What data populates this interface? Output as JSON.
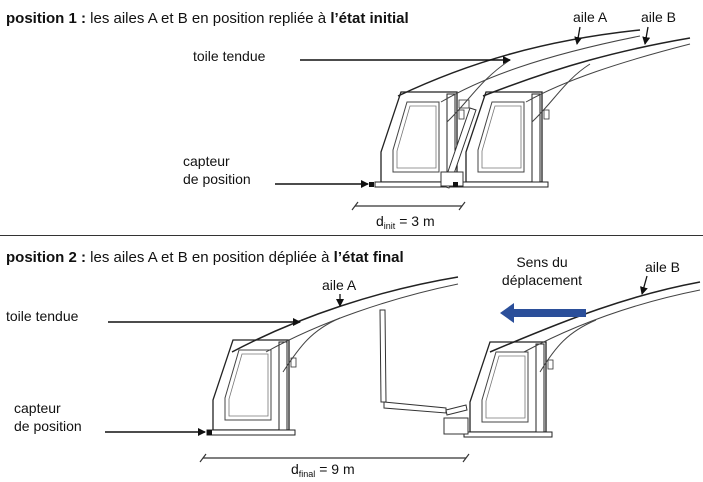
{
  "panel1": {
    "title_bold": "position 1 :",
    "title_text": " les ailes A et B en position repliée à ",
    "title_end": "l’état initial",
    "label_aile_a": "aile A",
    "label_aile_b": "aile B",
    "label_toile": "toile tendue",
    "label_capteur_line1": "capteur",
    "label_capteur_line2": "de position",
    "dim_letter": "d",
    "dim_sub": "init",
    "dim_value": " = 3 m"
  },
  "panel2": {
    "title_bold": "position 2 :",
    "title_text": " les ailes A et B en position dépliée à ",
    "title_end": "l’état final",
    "label_sens_line1": "Sens du",
    "label_sens_line2": "déplacement",
    "label_aile_a": "aile A",
    "label_aile_b": "aile B",
    "label_toile": "toile tendue",
    "label_capteur_line1": "capteur",
    "label_capteur_line2": "de position",
    "dim_letter": "d",
    "dim_sub": "final",
    "dim_value": " = 9 m"
  },
  "colors": {
    "line": "#222222",
    "arrow_blue": "#2b4f9a",
    "panel_fill": "#ffffff"
  }
}
